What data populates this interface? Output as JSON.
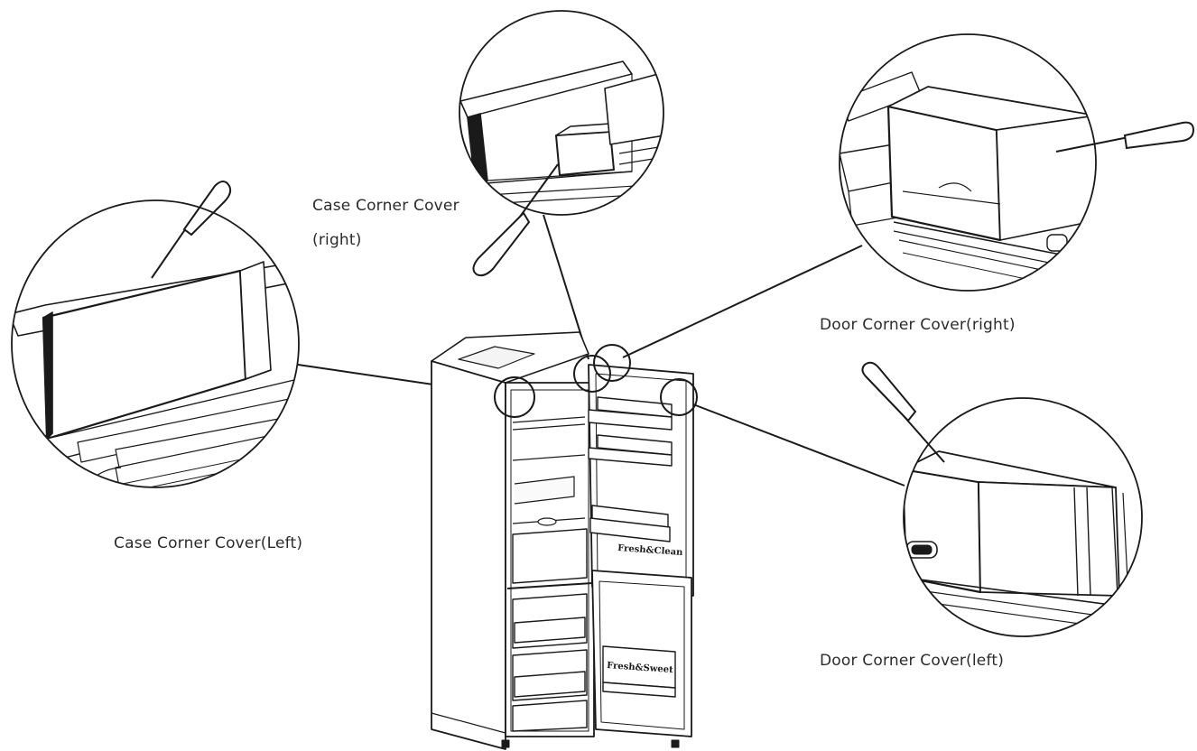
{
  "labels": {
    "case_corner_cover_right_line1": "Case Corner Cover",
    "case_corner_cover_right_line2": "(right)",
    "door_corner_cover_right": "Door Corner Cover(right)",
    "case_corner_cover_left": "Case Corner Cover(Left)",
    "door_corner_cover_left": "Door Corner Cover(left)"
  },
  "door_text": {
    "fridge_door": "Fresh&Clean",
    "freezer_door": "Fresh&Sweet"
  },
  "colors": {
    "line": "#1a1a1a",
    "background": "#ffffff",
    "text": "#2b2b2b"
  }
}
